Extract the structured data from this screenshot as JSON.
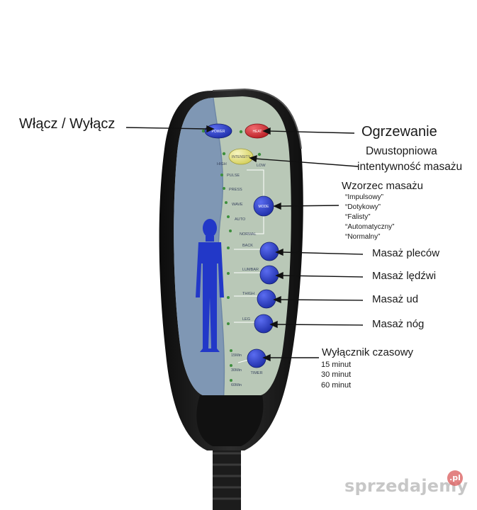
{
  "annotations": {
    "power": "Włącz / Wyłącz",
    "heat": "Ogrzewanie",
    "intensity_line1": "Dwustopniowa",
    "intensity_line2": "intentywność masażu",
    "pattern_title": "Wzorzec masażu",
    "pattern_items": [
      "“Impulsowy”",
      "“Dotykowy”",
      "“Falisty”",
      "“Automatyczny”",
      "“Normalny”"
    ],
    "back": "Masaż pleców",
    "lumbar": "Masaż lędźwi",
    "thigh": "Masaż ud",
    "leg": "Masaż nóg",
    "timer_title": "Wyłącznik czasowy",
    "timer_items": [
      "15 minut",
      "30 minut",
      "60 minut"
    ]
  },
  "remote": {
    "power_label": "POWER",
    "heat_label": "HEAT",
    "intensity_label": "INTENSITY",
    "high_label": "HIGH",
    "low_label": "LOW",
    "mode_label": "MODE",
    "modes": [
      "PULSE",
      "PRESS",
      "WAVE",
      "AUTO",
      "NORMAL"
    ],
    "zones": [
      "BACK",
      "LUMBAR",
      "THIGH",
      "LEG"
    ],
    "timer_label": "TIMER",
    "timer_options": [
      "15Min",
      "30Min",
      "60Min"
    ]
  },
  "watermark": {
    "text": "sprzedajemy",
    "suffix": ".pl"
  },
  "colors": {
    "panel_blue": "#7f97b4",
    "panel_mint": "#b8c8b8",
    "button_blue": "#2b3fc7",
    "heat_red": "#d8343a",
    "intensity_yellow": "#e9e68a",
    "body_blue": "#2238c8",
    "led_green": "#3d8f3d"
  }
}
